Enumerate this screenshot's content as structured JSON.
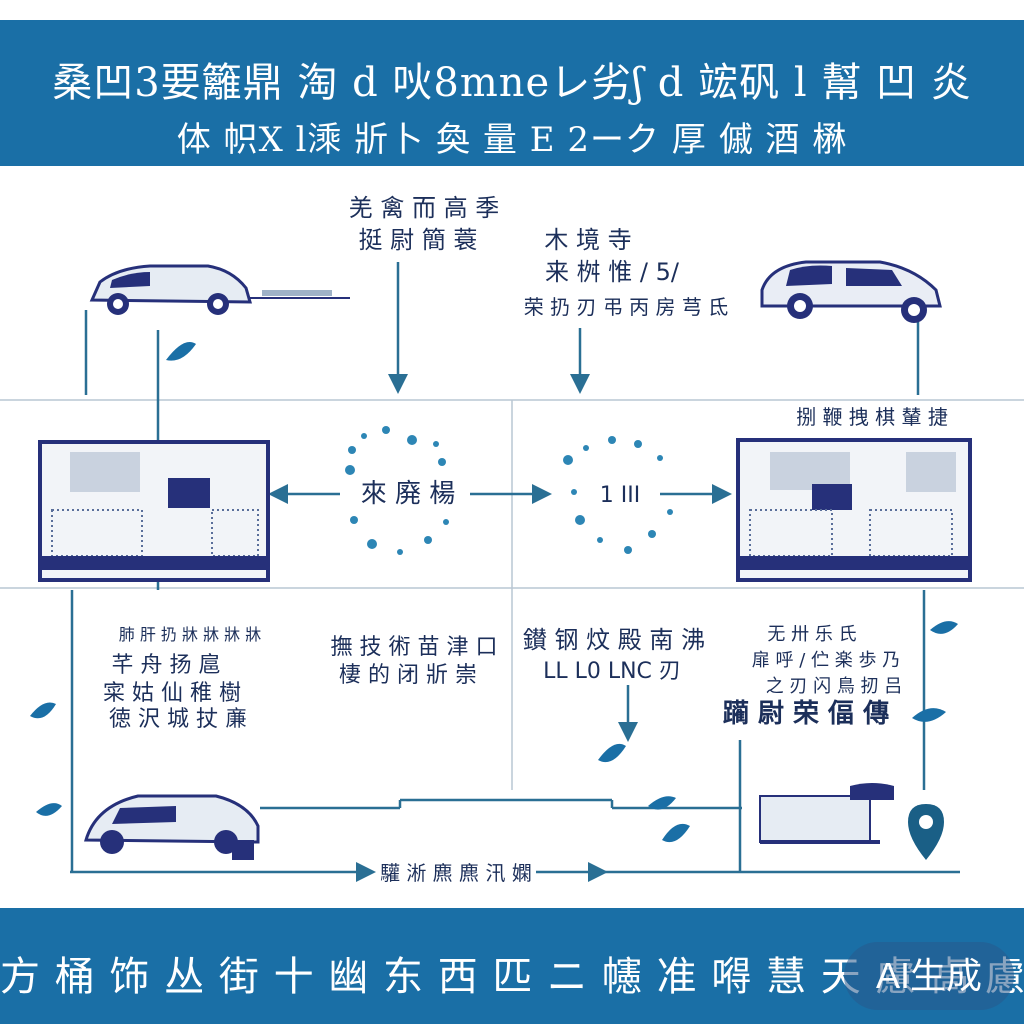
{
  "header": {
    "title": "桑凹3要籬鼎 淘 d 吙8mneレ劣ʃ d 竤矾 l 幫 凹 炎",
    "subtitle": "体 帜X l溗 斨卜 奐 量 E 2ーク 厚 傶 酒 楙"
  },
  "labels": {
    "top_left_arrow": [
      "羌 禽 而 高 季",
      "挺 尉 簡 蓑"
    ],
    "top_center_arrow": [
      "木 境 寺",
      "来 桝 惟 / 5/"
    ],
    "top_center_row": "荣 扔 刃 弔 丙 房 芎 氐",
    "right_header": "捌 鞭 拽 棋 輦 捷",
    "hub_left": "來 廃 楊",
    "hub_right": "1 III",
    "left_stack_head": "肺 肝 扔 牀 牀 牀 牀",
    "left_stack": [
      "芊 舟 扬 扈",
      "寀 姑 仙 稚 樹",
      "徳 沢 城 扙 亷"
    ],
    "mid_left": [
      "撫 技 術 苗 津 口",
      "棲 的 闭 斨 崇"
    ],
    "mid_center": [
      "鑚 钢 炆 殿 南 沸",
      "LL L0 LNC 刃"
    ],
    "mid_right_top": [
      "无 卅 乐 氏",
      "扉 呼 / 伫 楽 歩 乃",
      "之 刃 闪 鳥 扨 吕"
    ],
    "mid_right_bold": "躏 尉 荣 偪 傳",
    "bottom_bar": "驩 淅 麃 麃 汛 嫻"
  },
  "footer": {
    "text": "方 桶 饰 丛 街 十 幽 东 西 匹 ニ 幰 准 嘚 慧 天 慮 卨 慮",
    "badge": "AI生成"
  },
  "colors": {
    "brand": "#1a6fa6",
    "navy": "#26307a",
    "line": "#2a6f94",
    "accent": "#2d86b5"
  }
}
